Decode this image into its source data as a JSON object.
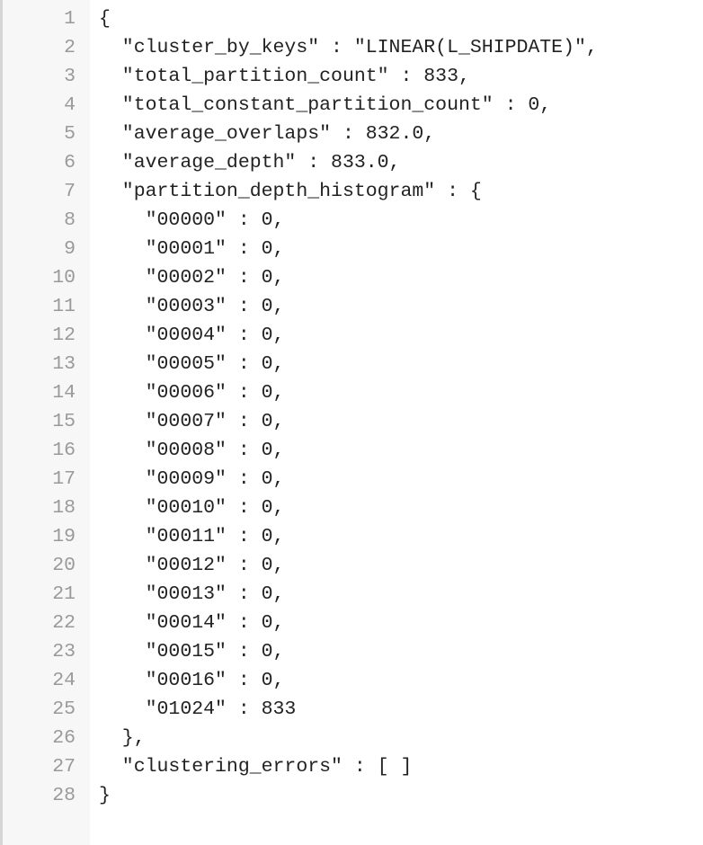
{
  "editor": {
    "lines": [
      {
        "number": "1",
        "text": "{"
      },
      {
        "number": "2",
        "text": "  \"cluster_by_keys\" : \"LINEAR(L_SHIPDATE)\","
      },
      {
        "number": "3",
        "text": "  \"total_partition_count\" : 833,"
      },
      {
        "number": "4",
        "text": "  \"total_constant_partition_count\" : 0,"
      },
      {
        "number": "5",
        "text": "  \"average_overlaps\" : 832.0,"
      },
      {
        "number": "6",
        "text": "  \"average_depth\" : 833.0,"
      },
      {
        "number": "7",
        "text": "  \"partition_depth_histogram\" : {"
      },
      {
        "number": "8",
        "text": "    \"00000\" : 0,"
      },
      {
        "number": "9",
        "text": "    \"00001\" : 0,"
      },
      {
        "number": "10",
        "text": "    \"00002\" : 0,"
      },
      {
        "number": "11",
        "text": "    \"00003\" : 0,"
      },
      {
        "number": "12",
        "text": "    \"00004\" : 0,"
      },
      {
        "number": "13",
        "text": "    \"00005\" : 0,"
      },
      {
        "number": "14",
        "text": "    \"00006\" : 0,"
      },
      {
        "number": "15",
        "text": "    \"00007\" : 0,"
      },
      {
        "number": "16",
        "text": "    \"00008\" : 0,"
      },
      {
        "number": "17",
        "text": "    \"00009\" : 0,"
      },
      {
        "number": "18",
        "text": "    \"00010\" : 0,"
      },
      {
        "number": "19",
        "text": "    \"00011\" : 0,"
      },
      {
        "number": "20",
        "text": "    \"00012\" : 0,"
      },
      {
        "number": "21",
        "text": "    \"00013\" : 0,"
      },
      {
        "number": "22",
        "text": "    \"00014\" : 0,"
      },
      {
        "number": "23",
        "text": "    \"00015\" : 0,"
      },
      {
        "number": "24",
        "text": "    \"00016\" : 0,"
      },
      {
        "number": "25",
        "text": "    \"01024\" : 833"
      },
      {
        "number": "26",
        "text": "  },"
      },
      {
        "number": "27",
        "text": "  \"clustering_errors\" : [ ]"
      },
      {
        "number": "28",
        "text": "}"
      }
    ]
  },
  "colors": {
    "gutter_bg": "#f7f7f7",
    "line_number": "#9a9a9a",
    "code_text": "#222222",
    "left_border": "#d6d6d6"
  }
}
